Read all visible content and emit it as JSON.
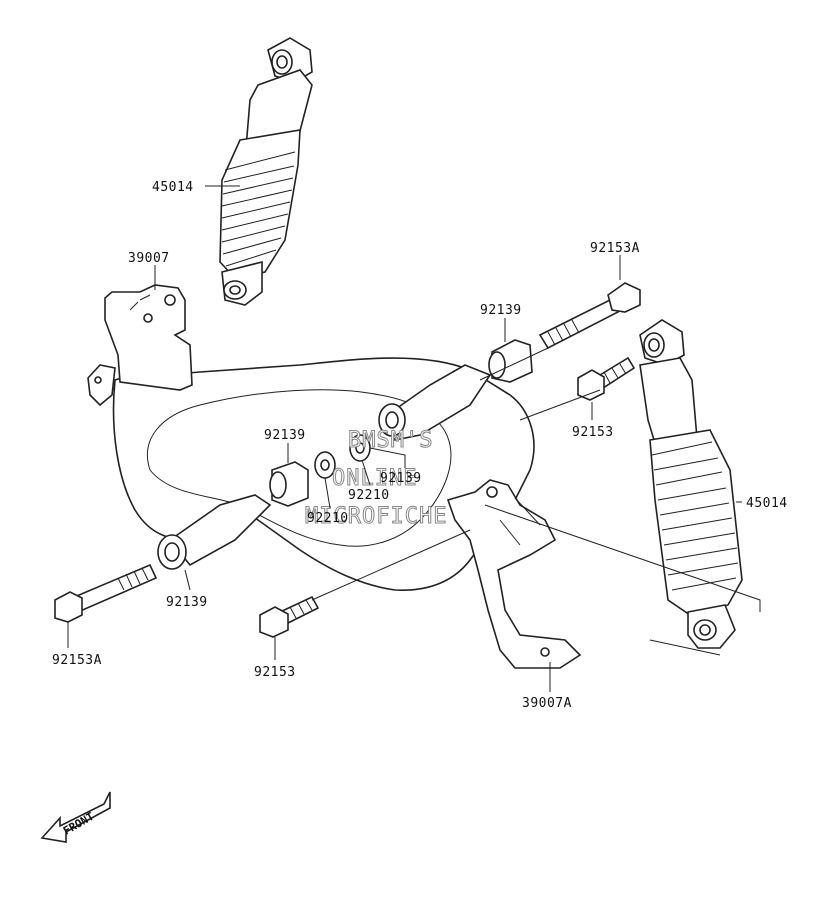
{
  "labels": {
    "shock_upper": "45014",
    "shock_right": "45014",
    "bracket_left": "39007",
    "bracket_right": "39007A",
    "bolt_top_right": "92153A",
    "bolt_bottom_left": "92153A",
    "bolt_right_small": "92153",
    "bolt_bottom_mid": "92153",
    "collar_top": "92139",
    "collar_mid_a": "92139",
    "collar_mid_b": "92139",
    "collar_left": "92139",
    "washer_a": "92210",
    "washer_b": "92210"
  },
  "watermark": {
    "line1": "BMSM'S",
    "line2": "ONLINE",
    "line3": "MICROFICHE"
  },
  "front_indicator": "FRONT",
  "icons": {
    "front_arrow": "front-arrow-icon"
  }
}
